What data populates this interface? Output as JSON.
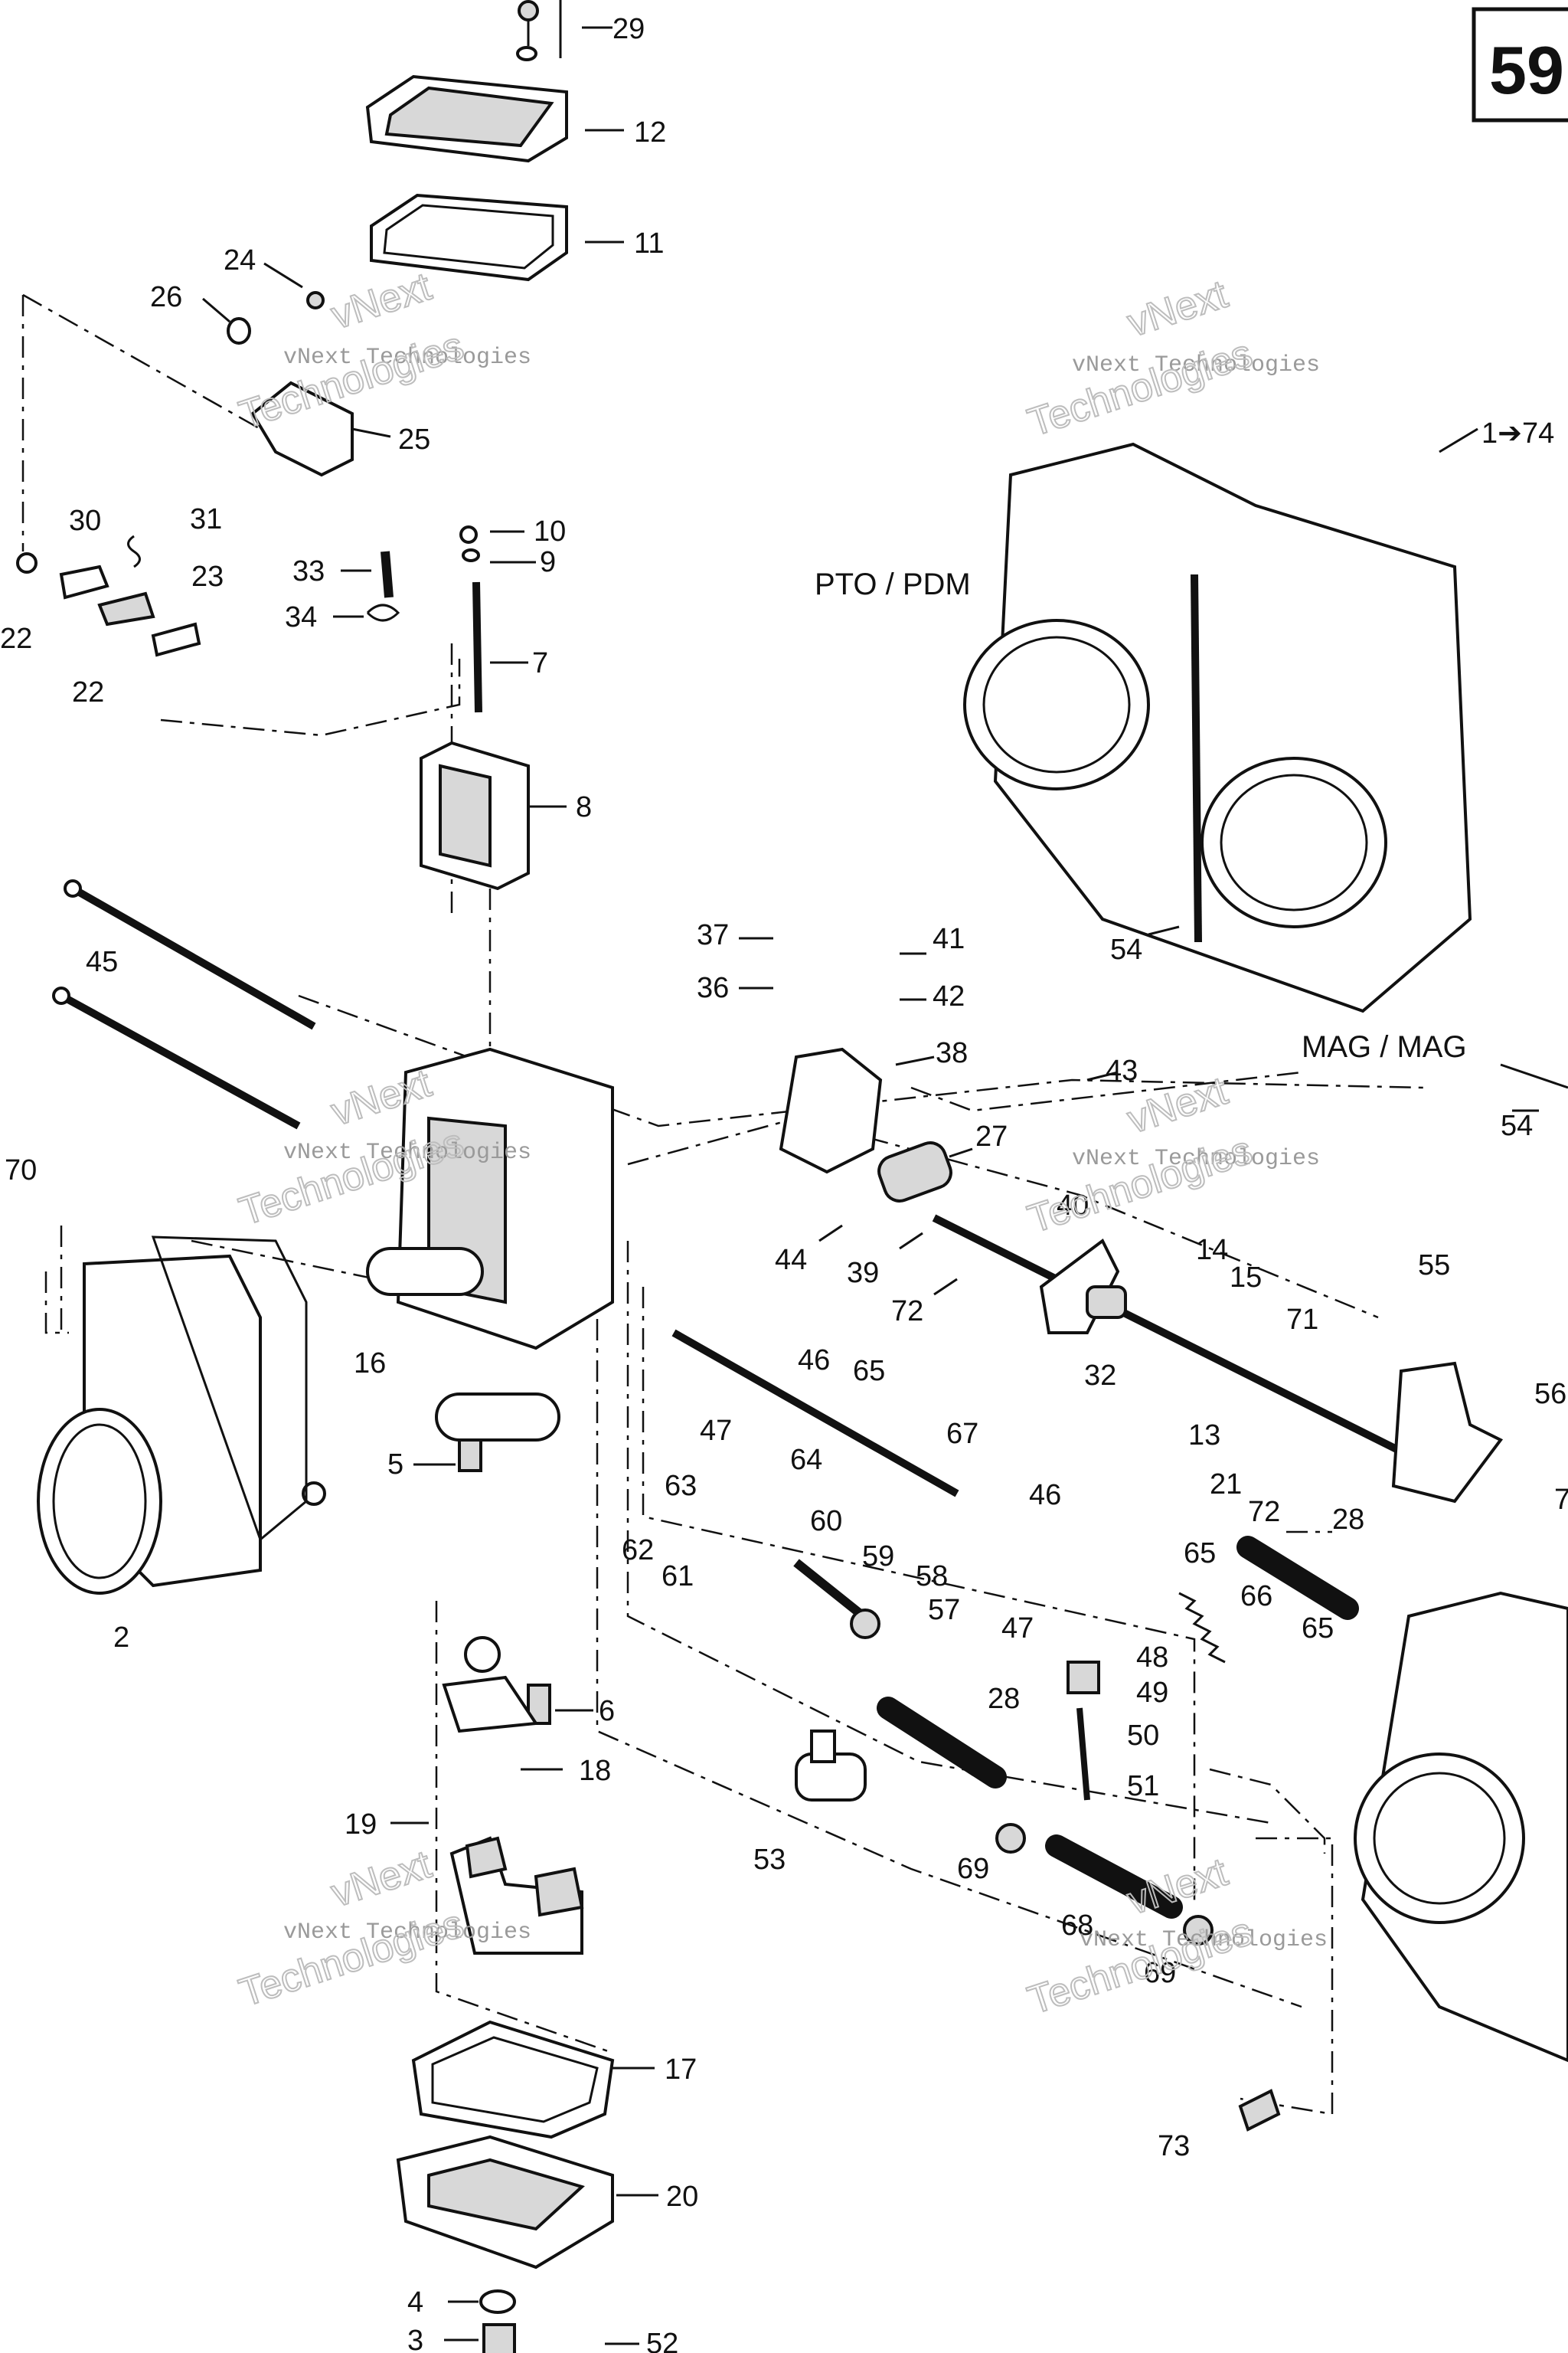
{
  "page": {
    "number": "59"
  },
  "section_labels": {
    "pto": "PTO / PDM",
    "mag": "MAG / MAG"
  },
  "assembly_label": "1➔74",
  "watermark": {
    "line1": "vNext Technologies",
    "line2": "vNext",
    "line3": "Technologies"
  },
  "callouts": {
    "c29": "29",
    "c12": "12",
    "c11": "11",
    "c24": "24",
    "c26": "26",
    "c25": "25",
    "c30": "30",
    "c31": "31",
    "c23": "23",
    "c22a": "22",
    "c22b": "22",
    "c10": "10",
    "c9": "9",
    "c33": "33",
    "c34": "34",
    "c7": "7",
    "c8": "8",
    "c45": "45",
    "c70": "70",
    "c16": "16",
    "c2": "2",
    "c5": "5",
    "c37": "37",
    "c36": "36",
    "c41": "41",
    "c42": "42",
    "c38": "38",
    "c43": "43",
    "c27": "27",
    "c44": "44",
    "c39": "39",
    "c40": "40",
    "c72a": "72",
    "c32": "32",
    "c14": "14",
    "c15": "15",
    "c71": "71",
    "c55": "55",
    "c56": "56",
    "c13": "13",
    "c21": "21",
    "c72b": "72",
    "c28a": "28",
    "c46a": "46",
    "c65a": "65",
    "c47a": "47",
    "c64": "64",
    "c67": "67",
    "c63": "63",
    "c62": "62",
    "c61": "61",
    "c60": "60",
    "c59": "59",
    "c58": "58",
    "c57": "57",
    "c46b": "46",
    "c47b": "47",
    "c48": "48",
    "c49": "49",
    "c50": "50",
    "c51": "51",
    "c65b": "65",
    "c66": "66",
    "c65c": "65",
    "c6": "6",
    "c18": "18",
    "c19": "19",
    "c28b": "28",
    "c53": "53",
    "c69a": "69",
    "c68": "68",
    "c69b": "69",
    "c73": "73",
    "c17": "17",
    "c20": "20",
    "c4": "4",
    "c3": "3",
    "c52": "52",
    "c54a": "54",
    "c54b": "54",
    "c7r": "7"
  }
}
